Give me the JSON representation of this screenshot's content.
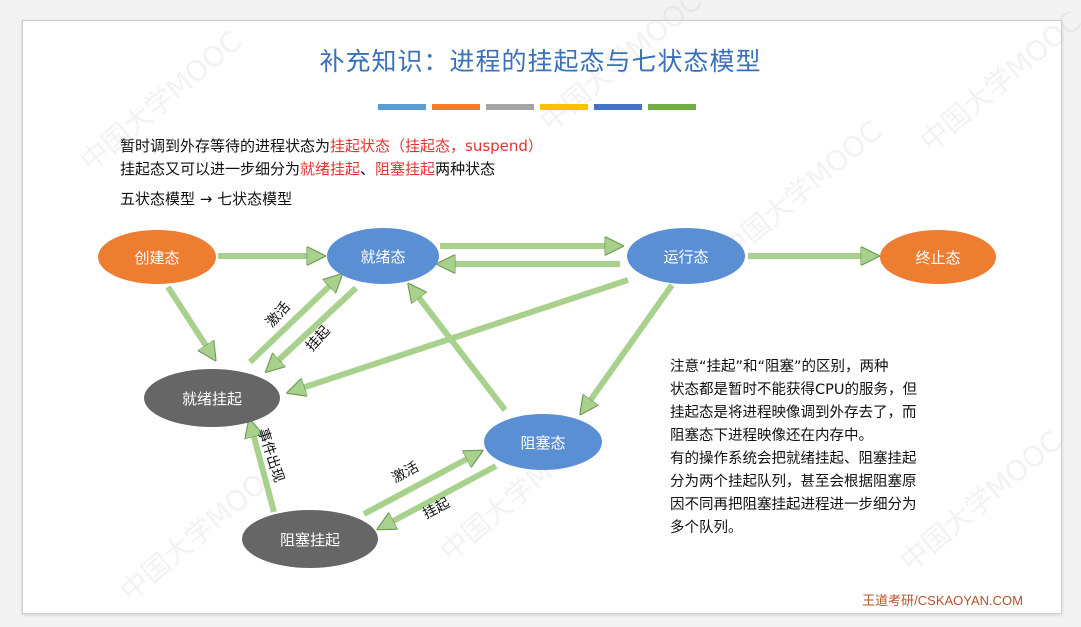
{
  "title": "补充知识：进程的挂起态与七状态模型",
  "color_bar": [
    "#5b9bd5",
    "#ed7d31",
    "#a5a5a5",
    "#ffc000",
    "#4472c4",
    "#70ad47"
  ],
  "intro": {
    "line1_a": "暂时调到外存等待的进程状态为",
    "line1_b": "挂起状态（挂起态，suspend）",
    "line2_a": "挂起态又可以进一步细分为",
    "line2_b": "就绪挂起",
    "line2_c": "、",
    "line2_d": "阻塞挂起",
    "line2_e": "两种状态",
    "line3": "五状态模型 → 七状态模型"
  },
  "nodes": {
    "create": "创建态",
    "ready": "就绪态",
    "running": "运行态",
    "terminated": "终止态",
    "ready_suspend": "就绪挂起",
    "blocked": "阻塞态",
    "blocked_suspend": "阻塞挂起"
  },
  "edge_labels": {
    "activate_1": "激活",
    "suspend_1": "挂起",
    "event_occurs": "事件出现",
    "activate_2": "激活",
    "suspend_2": "挂起"
  },
  "note": [
    "注意“挂起”和“阻塞”的区别，两种",
    "状态都是暂时不能获得CPU的服务，但",
    "挂起态是将进程映像调到外存去了，而",
    "阻塞态下进程映像还在内存中。",
    "有的操作系统会把就绪挂起、阻塞挂起",
    "分为两个挂起队列，甚至会根据阻塞原",
    "因不同再把阻塞挂起进程进一步细分为",
    "多个队列。"
  ],
  "footer": "王道考研/CSKAOYAN.COM",
  "watermark": "中国大学MOOC"
}
